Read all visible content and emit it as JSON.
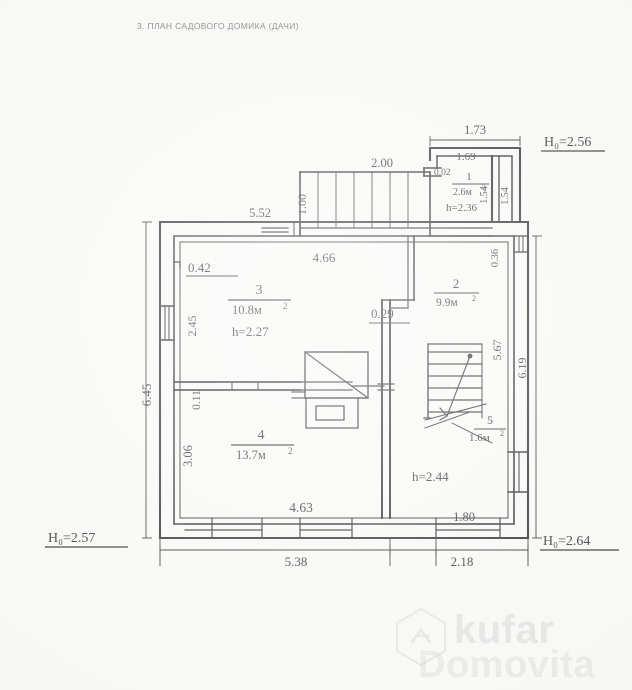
{
  "document": {
    "title": "3. ПЛАН САДОВОГО ДОМИКА (ДАЧИ)"
  },
  "watermark": {
    "brand": "kufar",
    "sub_brand": "Domovita",
    "logo_icon": "hexagon-logo-icon"
  },
  "rooms": [
    {
      "id": "room-1",
      "number": "1",
      "area": "2.6м",
      "area_sup": "2",
      "height": "h=2.36"
    },
    {
      "id": "room-2",
      "number": "2",
      "area": "9.9м",
      "area_sup": "2",
      "height": ""
    },
    {
      "id": "room-3",
      "number": "3",
      "area": "10.8м",
      "area_sup": "2",
      "height": "h=2.27"
    },
    {
      "id": "room-4",
      "number": "4",
      "area": "13.7м",
      "area_sup": "2",
      "height": ""
    },
    {
      "id": "room-5",
      "number": "5",
      "area": "1.6м",
      "area_sup": "2",
      "height": "h=2.44"
    }
  ],
  "heights": {
    "room_1": "h=2.36",
    "room_3": "h=2.27",
    "room_5": "h=2.44"
  },
  "elevations": [
    {
      "id": "elev-top-right",
      "label": "H₀=2.56"
    },
    {
      "id": "elev-bottom-left",
      "label": "H₀=2.57"
    },
    {
      "id": "elev-bottom-right",
      "label": "H₀=2.64"
    }
  ],
  "dimensions": {
    "top": [
      {
        "id": "dim-1-73",
        "value": "1.73"
      },
      {
        "id": "dim-1-69",
        "value": "1.69"
      },
      {
        "id": "dim-0-02",
        "value": "0.02"
      },
      {
        "id": "dim-2-00",
        "value": "2.00"
      },
      {
        "id": "dim-1-00",
        "value": "1.00"
      },
      {
        "id": "dim-5-52",
        "value": "5.52"
      },
      {
        "id": "dim-4-66",
        "value": "4.66"
      }
    ],
    "left": [
      {
        "id": "dim-6-45",
        "value": "6.45"
      },
      {
        "id": "dim-2-45",
        "value": "2.45"
      },
      {
        "id": "dim-0-11",
        "value": "0.11"
      },
      {
        "id": "dim-3-06",
        "value": "3.06"
      }
    ],
    "right": [
      {
        "id": "dim-1-54-a",
        "value": "1.54"
      },
      {
        "id": "dim-1-54-b",
        "value": "1.54"
      },
      {
        "id": "dim-0-36",
        "value": "0.36"
      },
      {
        "id": "dim-5-67",
        "value": "5.67"
      },
      {
        "id": "dim-6-19",
        "value": "6.19"
      }
    ],
    "bottom": [
      {
        "id": "dim-4-63",
        "value": "4.63"
      },
      {
        "id": "dim-1-80",
        "value": "1.80"
      },
      {
        "id": "dim-5-38",
        "value": "5.38"
      },
      {
        "id": "dim-2-18",
        "value": "2.18"
      }
    ],
    "interior": [
      {
        "id": "dim-0-42",
        "value": "0.42"
      },
      {
        "id": "dim-0-29",
        "value": "0.29"
      }
    ]
  }
}
